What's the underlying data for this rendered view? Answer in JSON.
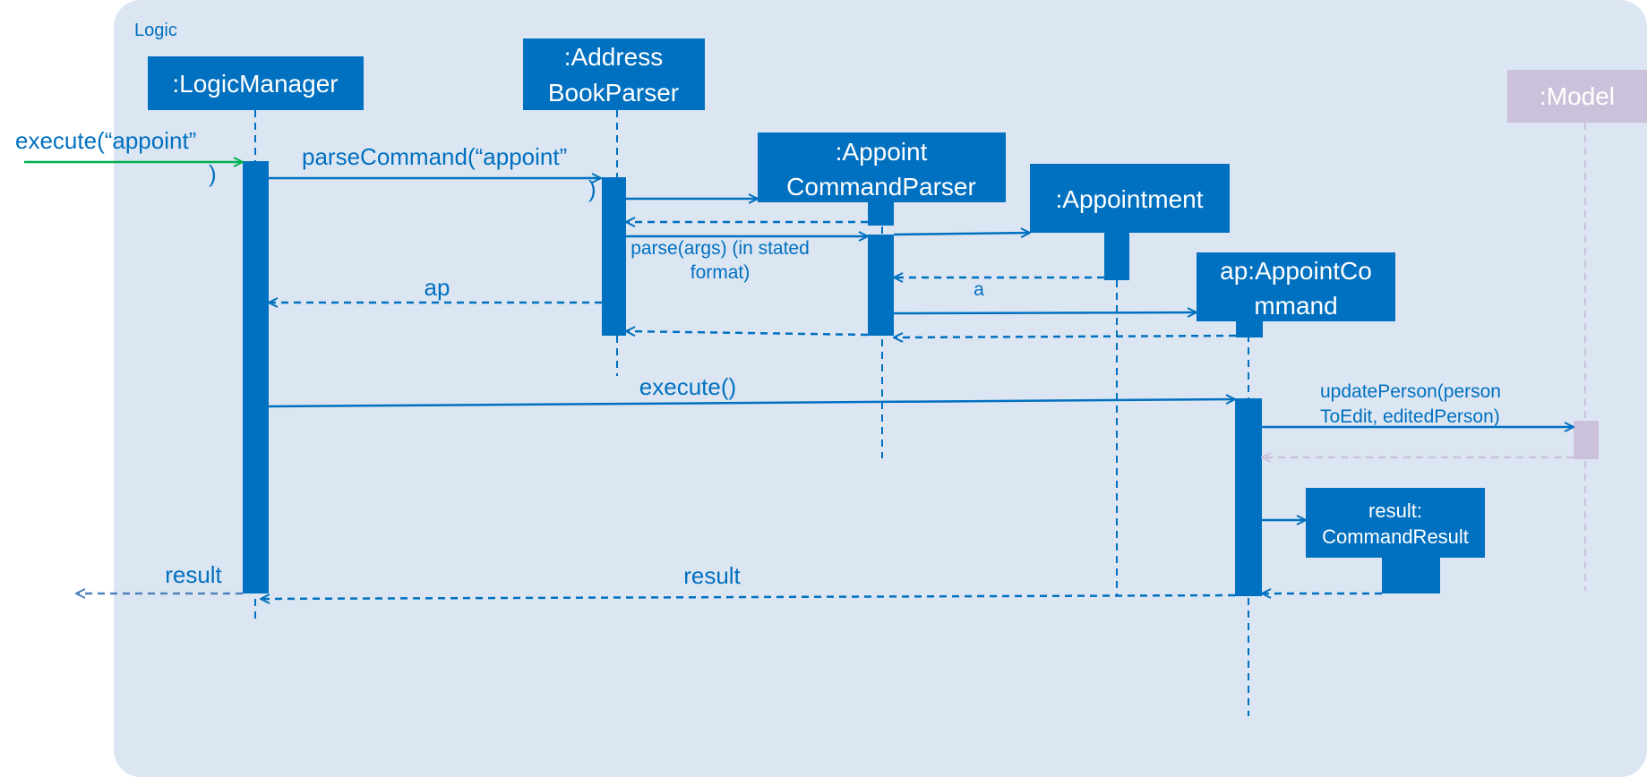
{
  "frame": {
    "label": "Logic"
  },
  "participants": {
    "logic_manager": {
      "line1": ":LogicManager",
      "line2": ""
    },
    "address_book_parser": {
      "line1": ":Address",
      "line2": "BookParser"
    },
    "appoint_command_parser": {
      "line1": ":Appoint",
      "line2": "CommandParser"
    },
    "appointment": {
      "line1": ":Appointment",
      "line2": ""
    },
    "appoint_command": {
      "line1": "ap:AppointCo",
      "line2": "mmand"
    },
    "command_result": {
      "line1": "result:",
      "line2": "CommandResult"
    },
    "model": {
      "line1": ":Model",
      "line2": ""
    }
  },
  "messages": {
    "execute_in": {
      "line1": "execute(“appoint”",
      "line2": ")"
    },
    "parse_command": {
      "line1": "parseCommand(“appoint”",
      "line2": ")"
    },
    "parse_args": {
      "line1": "parse(args) (in stated",
      "line2": "format)"
    },
    "return_a": "a",
    "return_ap": "ap",
    "execute_call": "execute()",
    "update_person": {
      "line1": "updatePerson(person",
      "line2": "ToEdit, editedPerson)"
    },
    "result_inner": "result",
    "result_out": "result"
  },
  "colors": {
    "frame_fill": "#dce6f2",
    "primary": "#0070c0",
    "model": "#ccc1da",
    "incoming_arrow": "#00b050",
    "outgoing_arrow": "#4f81bd"
  }
}
